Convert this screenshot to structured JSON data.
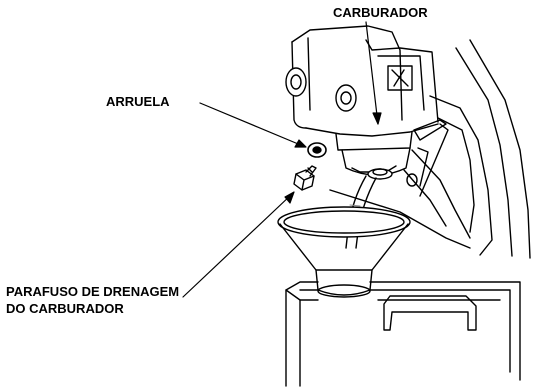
{
  "labels": {
    "carburetor": "CARBURADOR",
    "washer": "ARRUELA",
    "drain_screw_line1": "PARAFUSO DE DRENAGEM",
    "drain_screw_line2": "DO CARBURADOR"
  },
  "colors": {
    "ink": "#000000",
    "paper": "#ffffff",
    "fuel_stream": "#8a8a8a"
  }
}
